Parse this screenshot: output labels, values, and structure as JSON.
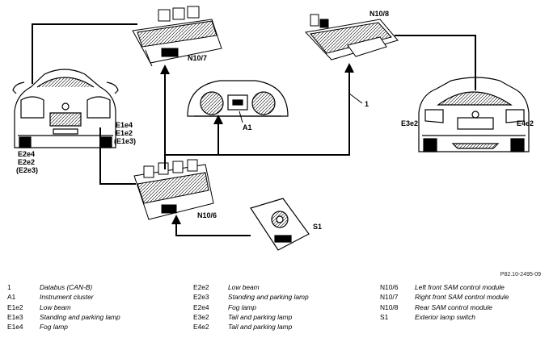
{
  "diagram": {
    "labels": {
      "n10_7": "N10/7",
      "n10_8": "N10/8",
      "n10_6": "N10/6",
      "a1": "A1",
      "s1": "S1",
      "bus": "1",
      "front_right_lamps": [
        "E1e4",
        "E1e2",
        "(E1e3)"
      ],
      "front_left_lamps": [
        "E2e4",
        "E2e2",
        "(E2e3)"
      ],
      "rear_left_lamp": "E3e2",
      "rear_right_lamp": "E4e2"
    },
    "reference": "P82.10-2495-09"
  },
  "legend": [
    {
      "code": "1",
      "desc": "Databus (CAN-B)"
    },
    {
      "code": "A1",
      "desc": "Instrument cluster"
    },
    {
      "code": "E1e2",
      "desc": "Low beam"
    },
    {
      "code": "E1e3",
      "desc": "Standing and parking lamp"
    },
    {
      "code": "E1e4",
      "desc": "Fog lamp"
    },
    {
      "code": "E2e2",
      "desc": "Low beam"
    },
    {
      "code": "E2e3",
      "desc": "Standing and parking lamp"
    },
    {
      "code": "E2e4",
      "desc": "Fog lamp"
    },
    {
      "code": "E3e2",
      "desc": "Tail and parking lamp"
    },
    {
      "code": "E4e2",
      "desc": "Tail and parking lamp"
    },
    {
      "code": "N10/6",
      "desc": "Left front SAM control module"
    },
    {
      "code": "N10/7",
      "desc": "Right front SAM control module"
    },
    {
      "code": "N10/8",
      "desc": "Rear SAM control module"
    },
    {
      "code": "S1",
      "desc": "Exterior lamp switch"
    }
  ]
}
